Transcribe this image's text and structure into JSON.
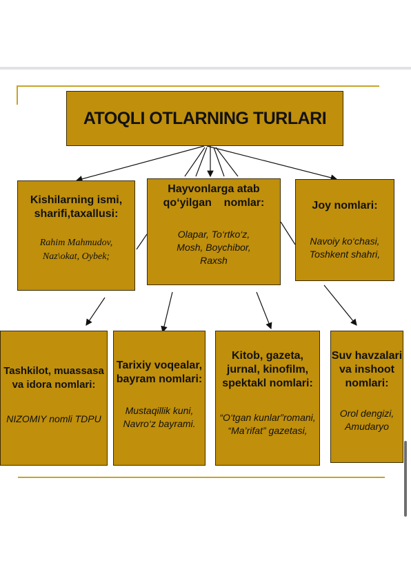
{
  "title": "ATOQLI OTLARNING TURLARI",
  "boxes": [
    {
      "heading": [
        "Kishilarning ismi,",
        "sharifi,taxallusi:"
      ],
      "examples": [
        "Rahim Mahmudov,",
        "Naz\\okat, Oybek;"
      ]
    },
    {
      "heading": [
        "Hayvonlarga atab",
        "qo‘yilgan    nomlar:"
      ],
      "examples": [
        "Olapar, To‘rtko‘z,",
        "Mosh, Boychibor,",
        "Raxsh"
      ]
    },
    {
      "heading": [
        "Joy nomlari:"
      ],
      "examples": [
        "Navoiy ko‘chasi,",
        "Toshkent shahri,"
      ]
    },
    {
      "heading": [
        "Tashkilot, muassasa",
        "va idora nomlari:"
      ],
      "examples": [
        "NIZOMIY nomli TDPU"
      ]
    },
    {
      "heading": [
        "Tarixiy voqealar,",
        "bayram nomlari:"
      ],
      "examples": [
        "Mustaqillik kuni,",
        "Navro‘z bayrami."
      ]
    },
    {
      "heading": [
        "Kitob, gazeta,",
        "jurnal, kinofilm,",
        "spektakl nomlari:"
      ],
      "examples": [
        "“O‘tgan kunlar”romani,",
        "“Ma’rifat” gazetasi,"
      ]
    },
    {
      "heading": [
        "Suv havzalari",
        "va inshoot",
        "nomlari:"
      ],
      "examples": [
        "Orol dengizi,",
        "Amudaryo"
      ]
    }
  ],
  "colors": {
    "box_fill": "#c08f0b",
    "accent_line": "#c9a227"
  }
}
